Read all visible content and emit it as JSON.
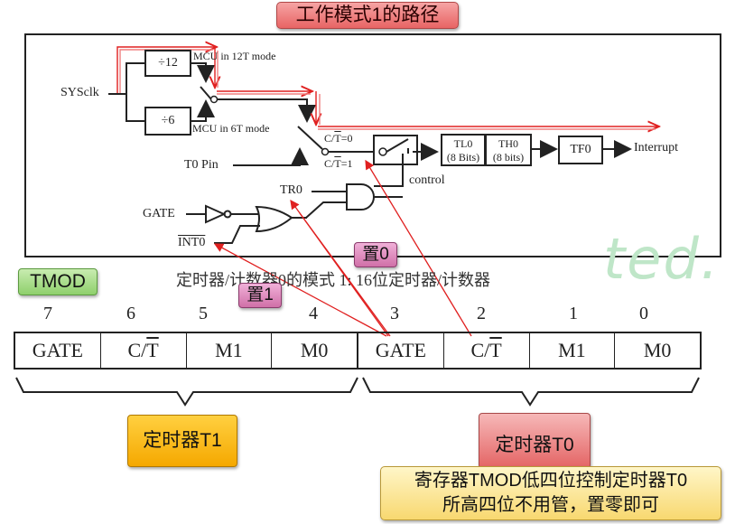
{
  "title": "工作模式1的路径",
  "diagram": {
    "sysclk_label": "SYSclk",
    "div12_label": "÷12",
    "div6_label": "÷6",
    "mode12t_label": "MCU in 12T mode",
    "mode6t_label": "MCU in 6T mode",
    "ct0_label": "C/T=0",
    "ct1_label": "C/T=1",
    "t0pin_label": "T0 Pin",
    "tl0_label": "TL0",
    "tl0_sub": "(8 Bits)",
    "th0_label": "TH0",
    "th0_sub": "(8 bits)",
    "tf0_label": "TF0",
    "interrupt_label": "Interrupt",
    "control_label": "control",
    "tr0_label": "TR0",
    "gate_label": "GATE",
    "int0_label": "INT0",
    "path_color": "#e02020"
  },
  "tmod_tag": "TMOD",
  "caption": "定时器/计数器0的模式 1: 16位定时器/计数器",
  "set0_tag": "置0",
  "set1_tag": "置1",
  "watermark": "ted.",
  "register": {
    "bit_numbers": [
      "7",
      "6",
      "5",
      "4",
      "3",
      "2",
      "1",
      "0"
    ],
    "cells": [
      "GATE",
      "C/T",
      "M1",
      "M0",
      "GATE",
      "C/T",
      "M1",
      "M0"
    ]
  },
  "timer1_tag": "定时器T1",
  "timer0_tag": "定时器T0",
  "note": {
    "line1": "寄存器TMOD低四位控制定时器T0",
    "line2": "所高四位不用管，置零即可"
  }
}
